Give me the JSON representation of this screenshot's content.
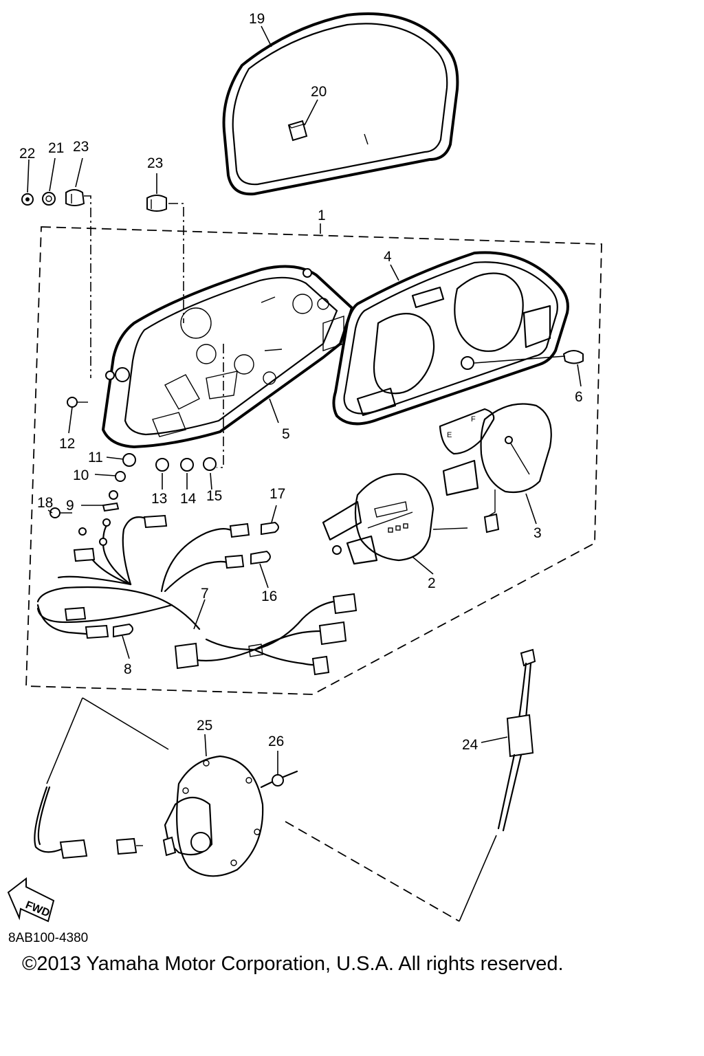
{
  "diagram": {
    "part_labels": [
      "1",
      "2",
      "3",
      "4",
      "5",
      "6",
      "7",
      "8",
      "9",
      "10",
      "11",
      "12",
      "13",
      "14",
      "15",
      "16",
      "17",
      "18",
      "19",
      "20",
      "21",
      "22",
      "23",
      "23",
      "24",
      "25",
      "26"
    ],
    "arrow_label": "FWD",
    "reference_code": "8AB100-4380",
    "copyright": "©2013 Yamaha Motor Corporation, U.S.A. All rights reserved."
  }
}
